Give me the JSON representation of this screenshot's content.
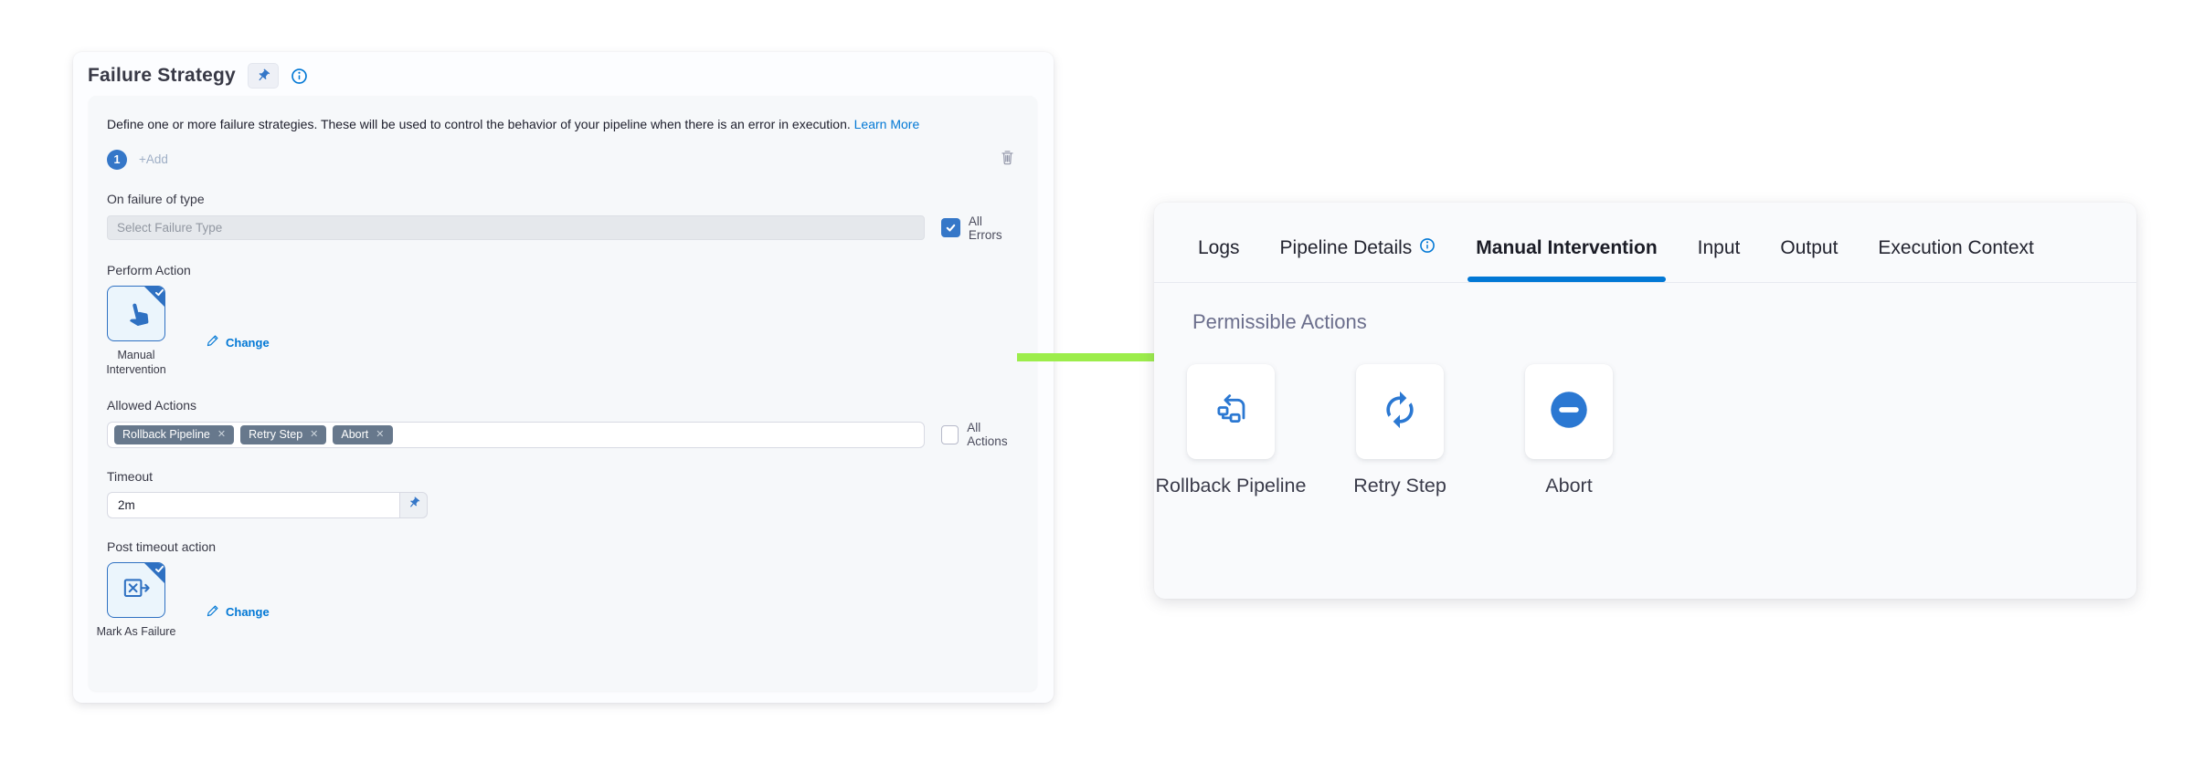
{
  "colors": {
    "accent_blue": "#0278d5",
    "selected_card_blue": "#2f71c2",
    "checkbox_blue": "#3577c8",
    "tag_background": "#67788c",
    "arrow_green": "#9ced4b",
    "right_panel_background": "#f9fafc"
  },
  "failure_strategy": {
    "title": "Failure Strategy",
    "header_icons": [
      "pin-icon",
      "info-icon"
    ],
    "description": "Define one or more failure strategies. These will be used to control the behavior of your pipeline when there is an error in execution.",
    "learn_more": "Learn More",
    "strategy_badge": "1",
    "add_label": "+Add",
    "delete_icon": "trash-icon",
    "on_failure": {
      "label": "On failure of type",
      "placeholder": "Select Failure Type",
      "all_errors": {
        "label": "All Errors",
        "checked": true
      }
    },
    "perform_action": {
      "label": "Perform Action",
      "selected": "Manual Intervention",
      "selected_icon": "manual-intervention-icon",
      "change_label": "Change"
    },
    "allowed_actions": {
      "label": "Allowed Actions",
      "tags": [
        {
          "label": "Rollback Pipeline",
          "remove_glyph": "✕"
        },
        {
          "label": "Retry Step",
          "remove_glyph": "✕"
        },
        {
          "label": "Abort",
          "remove_glyph": "✕"
        }
      ],
      "all_actions": {
        "label": "All Actions",
        "checked": false
      }
    },
    "timeout": {
      "label": "Timeout",
      "value": "2m",
      "pin_icon": "pin-icon"
    },
    "post_timeout": {
      "label": "Post timeout action",
      "selected": "Mark As Failure",
      "selected_icon": "mark-as-failure-icon",
      "change_label": "Change"
    }
  },
  "details_panel": {
    "tabs": [
      {
        "label": "Logs",
        "active": false
      },
      {
        "label": "Pipeline Details",
        "active": false,
        "info_icon": true
      },
      {
        "label": "Manual Intervention",
        "active": true
      },
      {
        "label": "Input",
        "active": false
      },
      {
        "label": "Output",
        "active": false
      },
      {
        "label": "Execution Context",
        "active": false
      }
    ],
    "section_title": "Permissible Actions",
    "actions": [
      {
        "label": "Rollback Pipeline",
        "icon": "rollback-pipeline-icon"
      },
      {
        "label": "Retry Step",
        "icon": "retry-step-icon"
      },
      {
        "label": "Abort",
        "icon": "abort-icon"
      }
    ]
  }
}
